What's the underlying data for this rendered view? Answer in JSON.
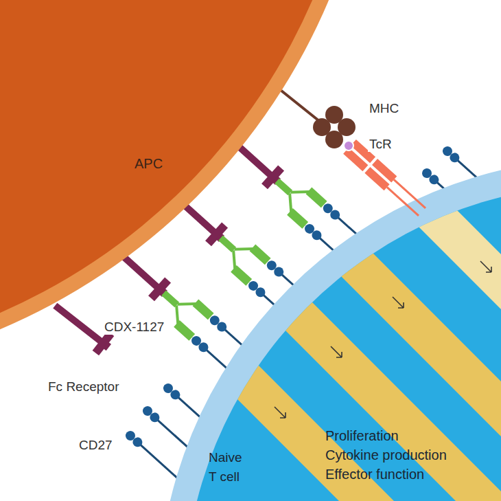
{
  "diagram": {
    "labels": [
      "APC",
      "MHC",
      "TcR",
      "CDX-1127",
      "Fc Receptor",
      "CD27",
      "Naive T cell",
      "Proliferation Cytokine production Effector function"
    ]
  }
}
